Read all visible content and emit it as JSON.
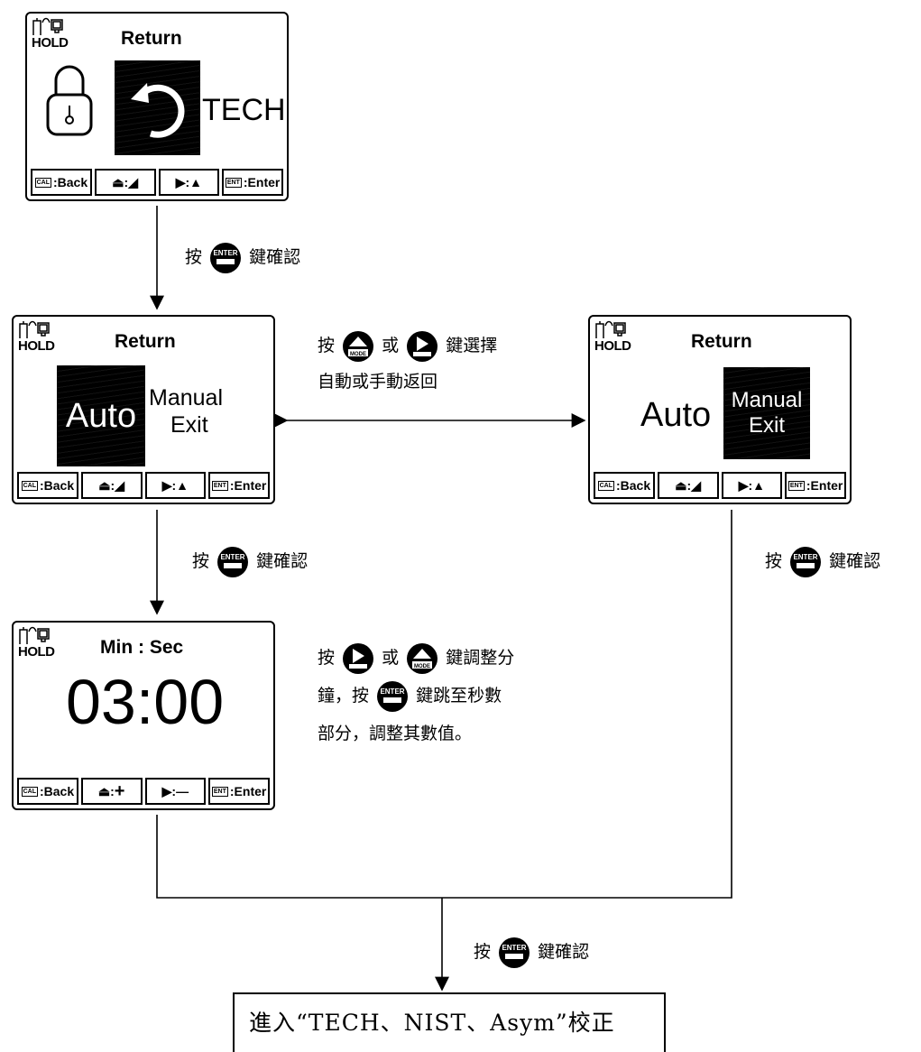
{
  "screen_tech": {
    "indicator": "HOLD",
    "title": "Return",
    "option": "TECH",
    "buttons": [
      "CAL",
      ":Back",
      ":",
      ":",
      "ENT",
      ":Enter"
    ]
  },
  "screen_auto": {
    "indicator": "HOLD",
    "title": "Return",
    "option_auto": "Auto",
    "option_manual": "Manual",
    "option_exit": "Exit",
    "buttons": [
      "CAL",
      ":Back",
      ":",
      ":",
      "ENT",
      ":Enter"
    ]
  },
  "screen_manual": {
    "indicator": "HOLD",
    "title": "Return",
    "option_auto": "Auto",
    "option_manual": "Manual",
    "option_exit": "Exit",
    "buttons": [
      "CAL",
      ":Back",
      ":",
      ":",
      "ENT",
      ":Enter"
    ]
  },
  "screen_time": {
    "indicator": "HOLD",
    "title": "Min : Sec",
    "value": "03:00",
    "buttons": [
      "CAL",
      ":Back",
      ":",
      "+",
      ":",
      "—",
      "ENT",
      ":Enter"
    ]
  },
  "labels": {
    "press": "按",
    "confirm": "鍵確認",
    "or": "或",
    "select_line1": "鍵選擇",
    "select_line2": "自動或手動返回",
    "adjust_line1": "鍵調整分",
    "adjust_line2a": "鐘，按",
    "adjust_line2b": "鍵跳至秒數",
    "adjust_line3": "部分，調整其數值。",
    "final": "進入“TECH、NIST、Asym”校正"
  },
  "key_labels": {
    "enter": "ENTER",
    "mode": "MODE"
  },
  "colors": {
    "line": "#000000",
    "highlight": "#000000"
  }
}
